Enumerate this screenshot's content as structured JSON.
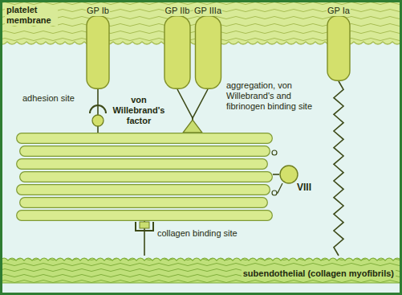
{
  "diagram": {
    "nodes": [
      {
        "text": [
          "platelet membrane"
        ]
      },
      {
        "text": [
          "GP Ib"
        ]
      },
      {
        "text": [
          "GP IIb"
        ]
      },
      {
        "text": [
          "GP IIIa"
        ]
      },
      {
        "text": [
          "GP Ia"
        ]
      },
      {
        "text": [
          "von Willebrand's factor"
        ]
      },
      {
        "text": [
          "VIII"
        ]
      },
      {
        "text": [
          "subendothelial (collagen myofibrils)"
        ]
      }
    ],
    "edges": [
      {
        "from": 1,
        "to": 5,
        "arrow": "none"
      },
      {
        "from": 2,
        "to": 5,
        "arrow": "none"
      },
      {
        "from": 3,
        "to": 5,
        "arrow": "none"
      },
      {
        "from": 4,
        "to": 7,
        "arrow": "none"
      },
      {
        "from": 5,
        "to": 7,
        "arrow": "none"
      },
      {
        "from": 6,
        "to": 5,
        "arrow": "none"
      }
    ],
    "labels": [
      "adhesion site",
      "aggregation, von Willebrand's and fibrinogen binding site",
      "collagen binding site"
    ]
  }
}
